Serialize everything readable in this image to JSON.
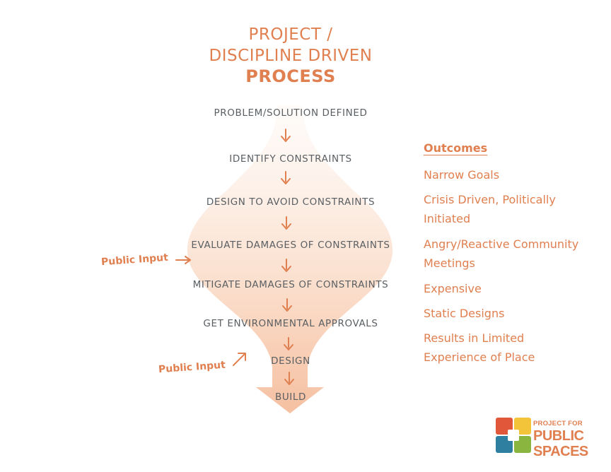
{
  "title": {
    "line1": "PROJECT /",
    "line2": "DISCIPLINE DRIVEN",
    "line3": "PROCESS"
  },
  "steps": [
    "PROBLEM/SOLUTION DEFINED",
    "IDENTIFY CONSTRAINTS",
    "DESIGN TO AVOID CONSTRAINTS",
    "EVALUATE DAMAGES OF CONSTRAINTS",
    "MITIGATE DAMAGES OF CONSTRAINTS",
    "GET ENVIRONMENTAL APPROVALS",
    "DESIGN",
    "BUILD"
  ],
  "public_input": [
    "Public Input",
    "Public Input"
  ],
  "outcomes": {
    "heading": "Outcomes",
    "items": [
      [
        "Narrow Goals"
      ],
      [
        "Crisis Driven, Politically",
        "Initiated"
      ],
      [
        "Angry/Reactive Community",
        "Meetings"
      ],
      [
        "Expensive"
      ],
      [
        "Static Designs"
      ],
      [
        "Results in Limited",
        "Experience of Place"
      ]
    ]
  },
  "logo": {
    "line1": "PROJECT FOR",
    "line2": "PUBLIC",
    "line3": "SPACES",
    "colors": [
      "#e0573a",
      "#f3c33a",
      "#2f7fa0",
      "#8ab640"
    ]
  },
  "colors": {
    "accent": "#e07f4f",
    "text": "#5a5f63",
    "funnel": "#f4b48f"
  }
}
